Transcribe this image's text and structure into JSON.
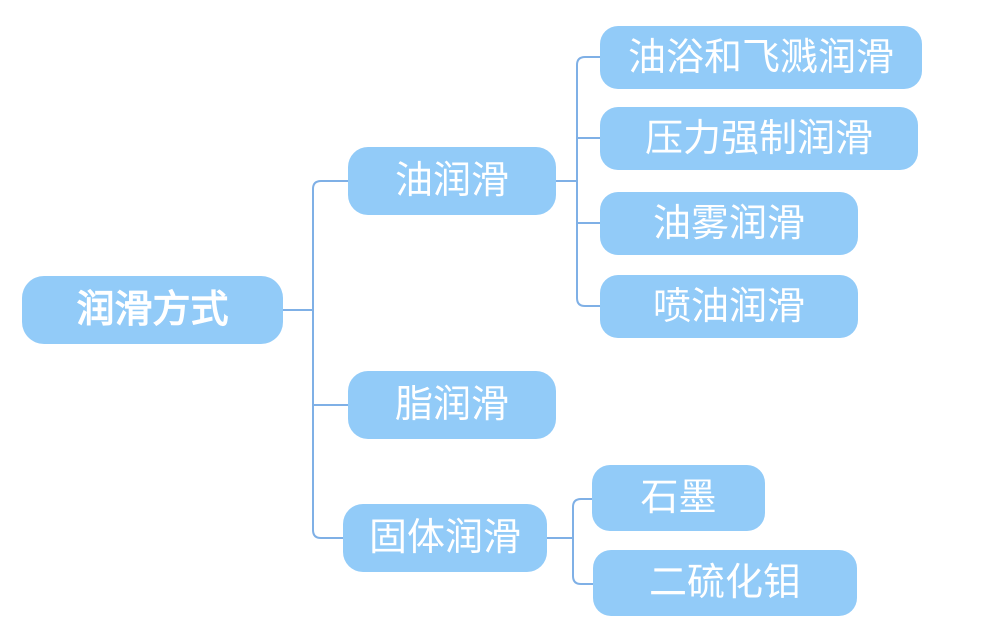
{
  "colors": {
    "background": "#ffffff",
    "node_fill": "#92CBF8",
    "node_text": "#ffffff",
    "connector": "#7FB0E6"
  },
  "mindmap": {
    "root": {
      "label": "润滑方式"
    },
    "branches": [
      {
        "label": "油润滑",
        "children": [
          {
            "label": "油浴和飞溅润滑"
          },
          {
            "label": "压力强制润滑"
          },
          {
            "label": "油雾润滑"
          },
          {
            "label": "喷油润滑"
          }
        ]
      },
      {
        "label": "脂润滑",
        "children": []
      },
      {
        "label": "固体润滑",
        "children": [
          {
            "label": "石墨"
          },
          {
            "label": "二硫化钼"
          }
        ]
      }
    ]
  }
}
